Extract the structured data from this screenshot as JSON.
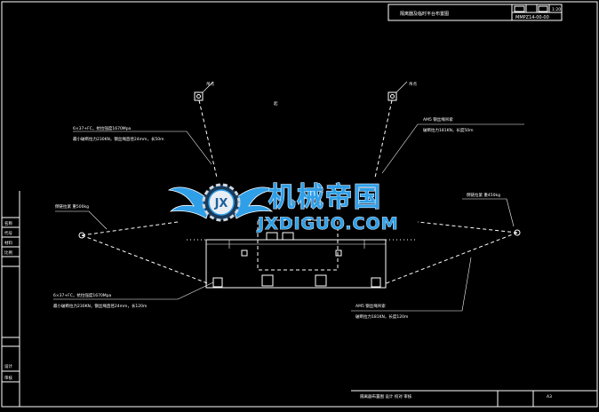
{
  "title_block": {
    "drawing_title": "隔离器及临时平台布置图",
    "drawing_no": "MMPZ14-00-00",
    "scale": "1:20",
    "footer_text": "隔离器布置图 设计 校对 审核",
    "footer_right": "A3"
  },
  "left_table": {
    "row_labels": [
      "名称",
      "代号",
      "材料",
      "比例"
    ],
    "bottom_labels": [
      "设计",
      "审核"
    ]
  },
  "callouts": {
    "top_left_marker": "吊点",
    "top_right_marker": "吊点",
    "top_center_label": "起",
    "left_upper_1": "6×37+FC，抗拉强度1670Mpa",
    "left_upper_2": "最小破断拉力230KN，钢丝绳直径24mm，长50m",
    "left_side": "倒链拉紧 重500kg",
    "left_lower_1": "6×37+FC，抗拉强度1670Mpa",
    "left_lower_2": "最小破断拉力230KN，钢丝绳直径24mm，长120m",
    "right_upper_1": "AM5 钢丝绳吊索",
    "right_upper_2": "破断拉力181KN，长度50m",
    "right_side": "倒链拉紧 重450kg",
    "right_lower_1": "AM5 钢丝绳吊索",
    "right_lower_2": "破断拉力181KN，长度120m"
  },
  "watermark": {
    "badge_letters": "JX",
    "chinese": "机械帝国",
    "domain": "JXDIGUO.COM"
  },
  "colors": {
    "background": "#000000",
    "lines": "#ffffff",
    "watermark_blue": "#2f9fe8"
  }
}
